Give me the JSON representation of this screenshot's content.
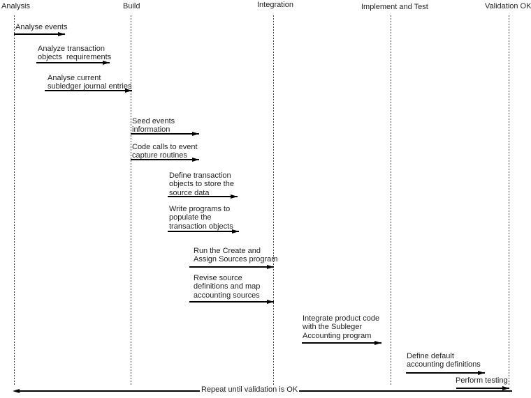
{
  "diagram": {
    "type": "process-timeline",
    "background": "#ffffff",
    "colors": {
      "text": "#1f1f1f",
      "arrow_line": "#000000",
      "phase_divider": "#3d3d3d"
    },
    "phases": [
      {
        "label": "Analysis"
      },
      {
        "label": "Build"
      },
      {
        "label": "Integration"
      },
      {
        "label": "Implement and Test"
      },
      {
        "label": "Validation OK"
      }
    ],
    "tasks": [
      {
        "label": "Analyse events"
      },
      {
        "label": "Analyze transaction\nobjects  requirements"
      },
      {
        "label": "Analyse current\nsubledger journal entries"
      },
      {
        "label": "Seed events\ninformation"
      },
      {
        "label": "Code calls to event\ncapture routines"
      },
      {
        "label": "Define transaction\nobjects to store the\nsource data"
      },
      {
        "label": "Write programs to\npopulate the\ntransaction objects"
      },
      {
        "label": "Run the Create and\nAssign Sources program"
      },
      {
        "label": "Revise source\ndefinitions and map\naccounting sources"
      },
      {
        "label": "Integrate product code\nwith the Subleger\nAccounting program"
      },
      {
        "label": "Define default\naccounting definitions"
      },
      {
        "label": "Perform testing"
      }
    ],
    "footer": {
      "repeat_label": "Repeat until validation is OK"
    }
  }
}
